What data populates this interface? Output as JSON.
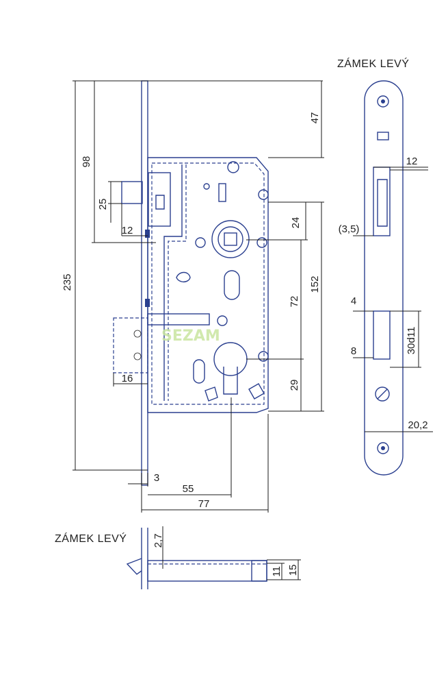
{
  "labels": {
    "side_title": "ZÁMEK LEVÝ",
    "bottom_title": "ZÁMEK LEVÝ",
    "watermark": "SEZAM"
  },
  "main_dims": {
    "d235": "235",
    "d98": "98",
    "d47": "47",
    "d25": "25",
    "d12": "12",
    "d24": "24",
    "d152": "152",
    "d72": "72",
    "d16": "16",
    "d29": "29",
    "d3": "3",
    "d55": "55",
    "d77": "77"
  },
  "side_dims": {
    "d12": "12",
    "d3_5": "(3,5)",
    "d4": "4",
    "d8": "8",
    "d30d11": "30d11",
    "d20_2": "20,2"
  },
  "bottom_dims": {
    "d2_7": "2,7",
    "d11": "11",
    "d15": "15"
  }
}
